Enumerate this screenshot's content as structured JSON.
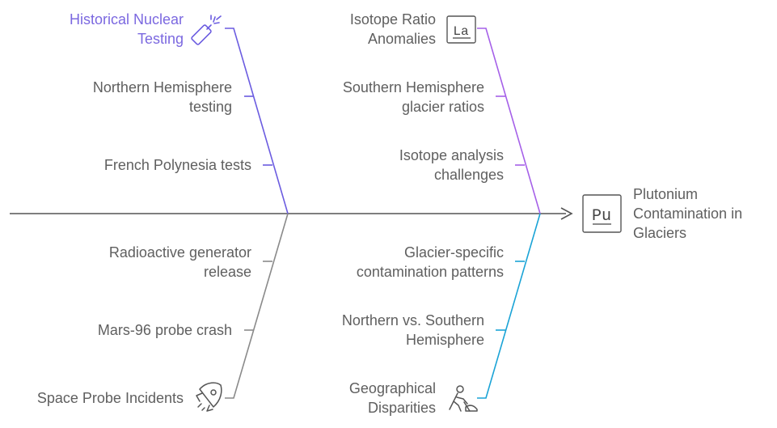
{
  "effect": {
    "line1": "Plutonium",
    "line2": "Contamination in",
    "line3": "Glaciers",
    "icon_text": "Pu"
  },
  "branches": [
    {
      "category1": "Historical Nuclear",
      "category2": "Testing",
      "color": "#6b5ce0",
      "icon": "nuclear-bomb-icon",
      "causes": [
        {
          "line1": "Northern Hemisphere",
          "line2": "testing"
        },
        {
          "line1": "French Polynesia tests",
          "line2": ""
        }
      ]
    },
    {
      "category1": "Isotope Ratio",
      "category2": "Anomalies",
      "color": "#a560e8",
      "icon_text": "La",
      "icon": "lanthanum-element-icon",
      "causes": [
        {
          "line1": "Southern Hemisphere",
          "line2": "glacier ratios"
        },
        {
          "line1": "Isotope analysis",
          "line2": "challenges"
        }
      ]
    },
    {
      "category1": "Space Probe Incidents",
      "category2": "",
      "color": "#8a8a8a",
      "icon": "rocket-icon",
      "causes": [
        {
          "line1": "Radioactive generator",
          "line2": "release"
        },
        {
          "line1": "Mars-96 probe crash",
          "line2": ""
        }
      ]
    },
    {
      "category1": "Geographical",
      "category2": "Disparities",
      "color": "#1aa3d6",
      "icon": "explorer-icon",
      "causes": [
        {
          "line1": "Glacier-specific",
          "line2": "contamination patterns"
        },
        {
          "line1": "Northern vs. Southern",
          "line2": "Hemisphere"
        }
      ]
    }
  ],
  "spine_color": "#555555"
}
